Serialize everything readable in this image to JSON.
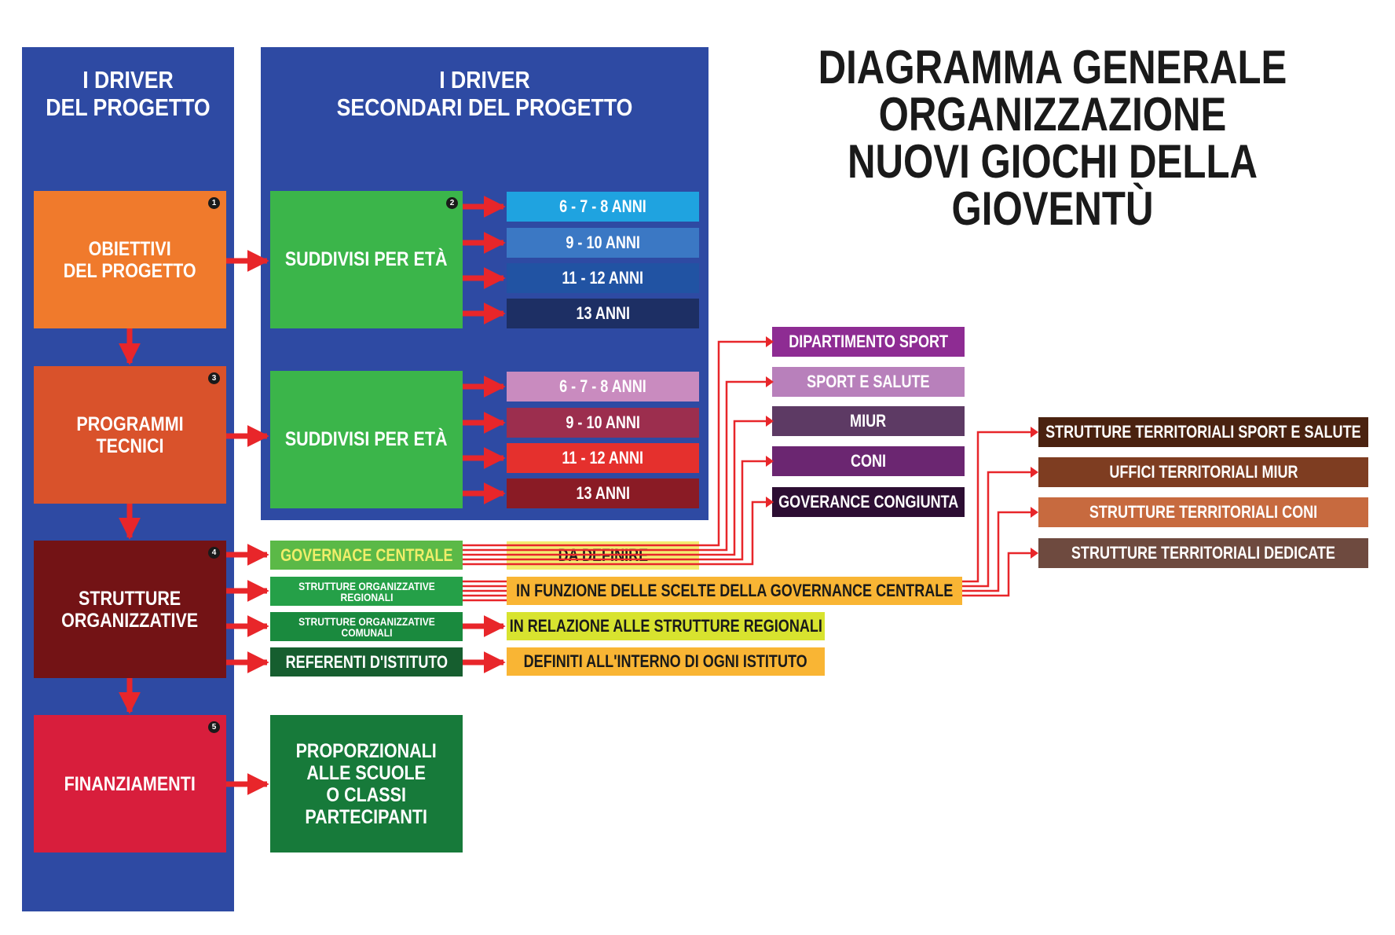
{
  "title": {
    "line1": "DIAGRAMMA GENERALE",
    "line2": "ORGANIZZAZIONE",
    "line3": "NUOVI GIOCHI DELLA GIOVENTÙ"
  },
  "columns": {
    "drivers": {
      "line1": "I DRIVER",
      "line2": "DEL PROGETTO"
    },
    "secondary": {
      "line1": "I DRIVER",
      "line2": "SECONDARI DEL PROGETTO"
    }
  },
  "drivers": [
    {
      "label": "OBIETTIVI\nDEL PROGETTO",
      "number": "1",
      "color": "#f07a2c"
    },
    {
      "label": "PROGRAMMI TECNICI",
      "number": "3",
      "color": "#d9522b"
    },
    {
      "label": "STRUTTURE\nORGANIZZATIVE",
      "number": "4",
      "color": "#731315"
    },
    {
      "label": "FINANZIAMENTI",
      "number": "5",
      "color": "#d81e3c"
    }
  ],
  "age_groups": [
    {
      "label": "SUDDIVISI PER ETÀ",
      "number": "2",
      "color": "#3bb54a",
      "ages": [
        {
          "label": "6 - 7 - 8 ANNI",
          "color": "#1fa3e0"
        },
        {
          "label": "9 - 10 ANNI",
          "color": "#3b78c4"
        },
        {
          "label": "11 - 12 ANNI",
          "color": "#2153a3"
        },
        {
          "label": "13 ANNI",
          "color": "#1d2f64"
        }
      ]
    },
    {
      "label": "SUDDIVISI PER ETÀ",
      "color": "#3bb54a",
      "ages": [
        {
          "label": "6 - 7 - 8 ANNI",
          "color": "#c98bbf"
        },
        {
          "label": "9 - 10 ANNI",
          "color": "#9c2e4e"
        },
        {
          "label": "11 - 12 ANNI",
          "color": "#e5302d"
        },
        {
          "label": "13 ANNI",
          "color": "#8a1b25"
        }
      ]
    }
  ],
  "structures": [
    {
      "label": "GOVERNACE CENTRALE",
      "color": "#5bb947",
      "text_color": "#f0ee6a"
    },
    {
      "label": "STRUTTURE ORGANIZZATIVE\nREGIONALI",
      "color": "#25a048",
      "text_color": "#ffffff"
    },
    {
      "label": "STRUTTURE ORGANIZZATIVE\nCOMUNALI",
      "color": "#1a8a3e",
      "text_color": "#ffffff"
    },
    {
      "label": "REFERENTI D'ISTITUTO",
      "color": "#165e2f",
      "text_color": "#ffffff"
    }
  ],
  "structure_notes": [
    {
      "label": "DA DEFINIRE",
      "color": "#f3ec71"
    },
    {
      "label": "IN FUNZIONE DELLE SCELTE DELLA GOVERNANCE CENTRALE",
      "color": "#f9b534"
    },
    {
      "label": "IN RELAZIONE ALLE STRUTTURE REGIONALI",
      "color": "#d8e32f"
    },
    {
      "label": "DEFINITI ALL'INTERNO DI OGNI ISTITUTO",
      "color": "#f9b534"
    }
  ],
  "governance_members": [
    {
      "label": "DIPARTIMENTO SPORT",
      "color": "#8e2c93"
    },
    {
      "label": "SPORT E SALUTE",
      "color": "#b880bb"
    },
    {
      "label": "MIUR",
      "color": "#5d3a64"
    },
    {
      "label": "CONI",
      "color": "#6b2671"
    },
    {
      "label": "GOVERANCE CONGIUNTA",
      "color": "#2d0e33"
    }
  ],
  "territorial": [
    {
      "label": "STRUTTURE TERRITORIALI SPORT E SALUTE",
      "color": "#4a2210"
    },
    {
      "label": "UFFICI TERRITORIALI MIUR",
      "color": "#7e3d21"
    },
    {
      "label": "STRUTTURE TERRITORIALI CONI",
      "color": "#c76a3f"
    },
    {
      "label": "STRUTTURE TERRITORIALI DEDICATE",
      "color": "#6e4a3f"
    }
  ],
  "funding": {
    "label": "PROPORZIONALI\nALLE SCUOLE\nO CLASSI\nPARTECIPANTI",
    "color": "#177a3a"
  },
  "arrow_color": "#e8262a"
}
